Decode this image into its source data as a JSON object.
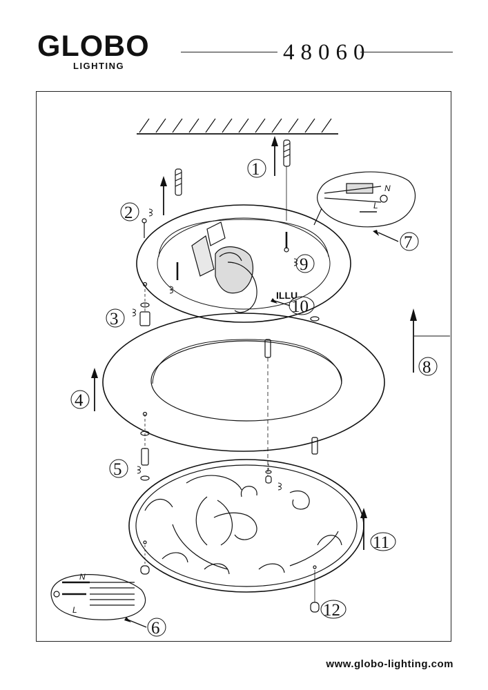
{
  "header": {
    "brand": "GLOBO",
    "brand_sub": "LIGHTING",
    "model": "48060"
  },
  "diagram": {
    "steps": [
      "1",
      "2",
      "3",
      "4",
      "5",
      "6",
      "7",
      "8",
      "9",
      "10",
      "11",
      "12"
    ],
    "wire_labels": {
      "n": "N",
      "l": "L",
      "n_small": "N",
      "l_small": "L"
    },
    "part_label": "ILLU"
  },
  "footer": {
    "url": "www.globo-lighting.com"
  }
}
